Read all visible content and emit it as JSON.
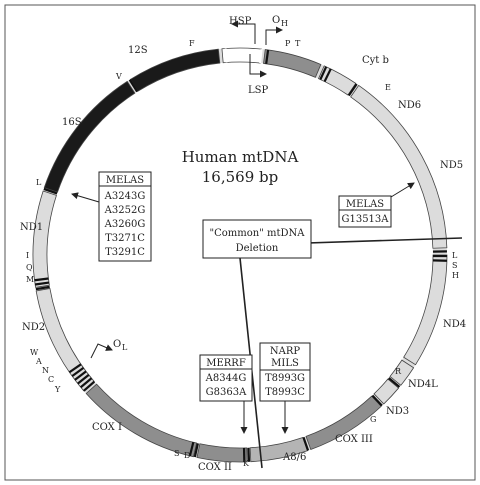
{
  "title": "Human mtDNA",
  "subtitle": "16,569 bp",
  "colors": {
    "black": "#1a1a1a",
    "dark_gray": "#8e8e8e",
    "mid_gray": "#b4b4b4",
    "light_gray": "#dcdcdc",
    "white": "#ffffff",
    "ink": "#222222"
  },
  "genes": [
    {
      "name": "12S",
      "shade": "black"
    },
    {
      "name": "16S",
      "shade": "black"
    },
    {
      "name": "ND1",
      "shade": "light_gray"
    },
    {
      "name": "ND2",
      "shade": "light_gray"
    },
    {
      "name": "COX I",
      "shade": "dark_gray"
    },
    {
      "name": "COX II",
      "shade": "dark_gray"
    },
    {
      "name": "A8/6",
      "shade": "mid_gray"
    },
    {
      "name": "COX III",
      "shade": "dark_gray"
    },
    {
      "name": "ND3",
      "shade": "light_gray"
    },
    {
      "name": "ND4L",
      "shade": "light_gray"
    },
    {
      "name": "ND4",
      "shade": "light_gray"
    },
    {
      "name": "ND5",
      "shade": "light_gray"
    },
    {
      "name": "ND6",
      "shade": "light_gray"
    },
    {
      "name": "Cyt b",
      "shade": "dark_gray"
    }
  ],
  "trna_labels": [
    "F",
    "V",
    "L",
    "I",
    "Q",
    "M",
    "W",
    "A",
    "N",
    "C",
    "Y",
    "S",
    "D",
    "K",
    "G",
    "R",
    "H",
    "S",
    "L",
    "E",
    "T",
    "P"
  ],
  "promoters": {
    "hsp": "HSP",
    "lsp": "LSP",
    "oh": "O",
    "oh_sub": "H",
    "ol": "O",
    "ol_sub": "L"
  },
  "boxes": {
    "melas_left": {
      "lines": [
        "MELAS",
        "A3243G",
        "A3252G",
        "A3260G",
        "T3271C",
        "T3291C"
      ]
    },
    "melas_right": {
      "lines": [
        "MELAS",
        "G13513A"
      ]
    },
    "deletion": {
      "lines": [
        "\"Common\" mtDNA",
        "Deletion"
      ]
    },
    "merrf": {
      "lines": [
        "MERRF",
        "A8344G",
        "G8363A"
      ]
    },
    "narp": {
      "lines": [
        "NARP",
        "MILS",
        "T8993G",
        "T8993C"
      ]
    }
  }
}
